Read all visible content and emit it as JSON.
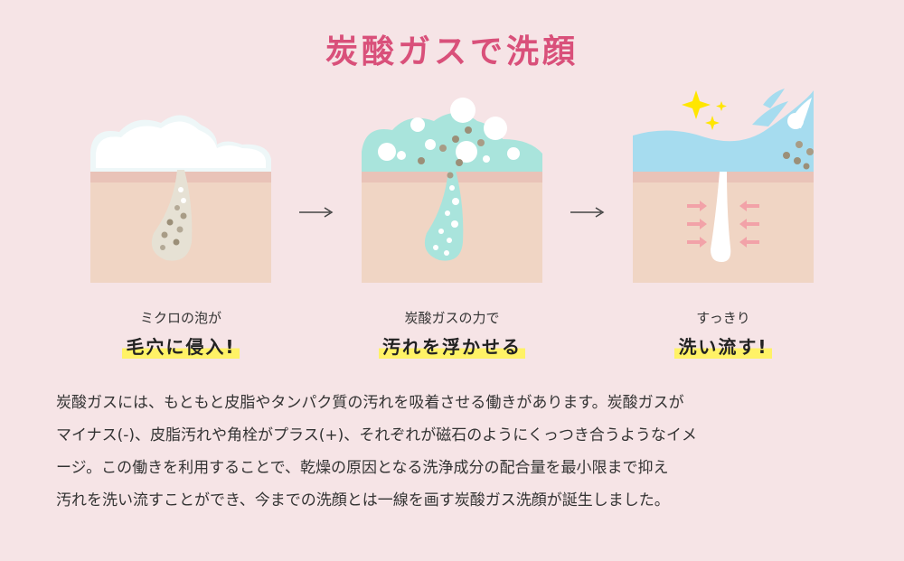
{
  "title": "炭酸ガスで洗顔",
  "steps": [
    {
      "small": "ミクロの泡が",
      "big": "毛穴に侵入!"
    },
    {
      "small": "炭酸ガスの力で",
      "big": "汚れを浮かせる"
    },
    {
      "small": "すっきり",
      "big": "洗い流す!"
    }
  ],
  "body_lines": [
    "炭酸ガスには、もともと皮脂やタンパク質の汚れを吸着させる働きがあります。炭酸ガスが",
    "マイナス(-)、皮脂汚れや角栓がプラス(+)、それぞれが磁石のようにくっつき合うようなイメ",
    "ージ。この働きを利用することで、乾燥の原因となる洗浄成分の配合量を最小限まで抑え",
    "汚れを洗い流すことができ、今までの洗顔とは一線を画す炭酸ガス洗顔が誕生しました。"
  ],
  "colors": {
    "background": "#f6e4e6",
    "title": "#d9507a",
    "skin": "#f0d5c4",
    "highlight": "#fff266",
    "mint": "#a9e4dc",
    "water": "#a6dcef",
    "sparkle": "#ffe600"
  },
  "icons": [
    "right-arrow-icon",
    "sparkle-icon"
  ]
}
